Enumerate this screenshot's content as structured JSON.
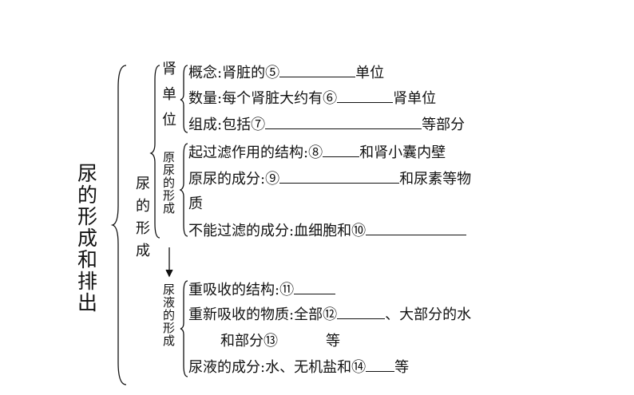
{
  "main_title": [
    "尿",
    "的",
    "形",
    "成",
    "和",
    "排",
    "出"
  ],
  "sub_title": [
    "尿",
    "的",
    "形",
    "成"
  ],
  "groups": {
    "kidney_unit": {
      "label": [
        "肾",
        "单",
        "位"
      ],
      "lines": {
        "concept": {
          "pre": "概念:肾脏的⑤",
          "post": "单位"
        },
        "count": {
          "pre": "数量:每个肾脏大约有⑥",
          "post": "肾单位"
        },
        "composition": {
          "pre": "组成:包括⑦",
          "post": "等部分"
        }
      }
    },
    "primary_urine": {
      "label": [
        "原",
        "尿",
        "的",
        "形",
        "成"
      ],
      "lines": {
        "filter_structure": {
          "pre": "起过滤作用的结构:⑧",
          "post": "和肾小囊内壁"
        },
        "components": {
          "pre": "原尿的成分:⑨",
          "post": "和尿素等物"
        },
        "components_cont": {
          "text": "质"
        },
        "not_filtered": {
          "pre": "不能过滤的成分:血细胞和⑩",
          "post": ""
        }
      }
    },
    "final_urine": {
      "label": [
        "尿",
        "液",
        "的",
        "形",
        "成"
      ],
      "lines": {
        "reabsorb_structure": {
          "pre": "重吸收的结构:⑪",
          "post": ""
        },
        "reabsorbed": {
          "pre": "重新吸收的物质:全部⑫",
          "post": "、大部分的水"
        },
        "reabsorbed_cont": {
          "pre": "和部分⑬",
          "post": "等"
        },
        "components": {
          "pre": "尿液的成分:水、无机盐和⑭",
          "post": "等"
        }
      }
    }
  }
}
